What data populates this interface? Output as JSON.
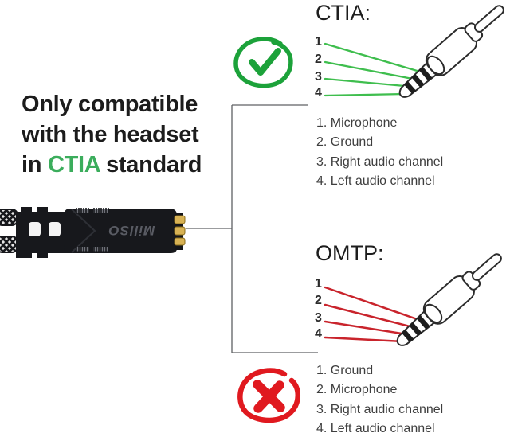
{
  "headline": {
    "line1": "Only compatible",
    "line2": "with the headset",
    "line3_prefix": "in ",
    "line3_highlight": "CTIA",
    "line3_suffix": " standard"
  },
  "adapter": {
    "brand_label": "MillSO",
    "type": "3.5mm female jack Y-splitter adapter"
  },
  "ctia": {
    "title": "CTIA:",
    "status": "compatible",
    "status_icon": "check-icon",
    "pins": [
      "1",
      "2",
      "3",
      "4"
    ],
    "labels": [
      "1. Microphone",
      "2. Ground",
      "3. Right audio channel",
      "4. Left audio channel"
    ]
  },
  "omtp": {
    "title": "OMTP:",
    "status": "incompatible",
    "status_icon": "cross-icon",
    "pins": [
      "1",
      "2",
      "3",
      "4"
    ],
    "labels": [
      "1. Ground",
      "2. Microphone",
      "3. Right audio channel",
      "4. Left audio channel"
    ]
  },
  "colors": {
    "headline_highlight_green": "#3bad5c",
    "check_green": "#1ca23a",
    "cross_red": "#e0191f",
    "ctia_line_green": "#3fbe4e",
    "omtp_line_red": "#c9242c",
    "connector_gold": "#d8b254",
    "bracket_gray": "#5f6163"
  }
}
